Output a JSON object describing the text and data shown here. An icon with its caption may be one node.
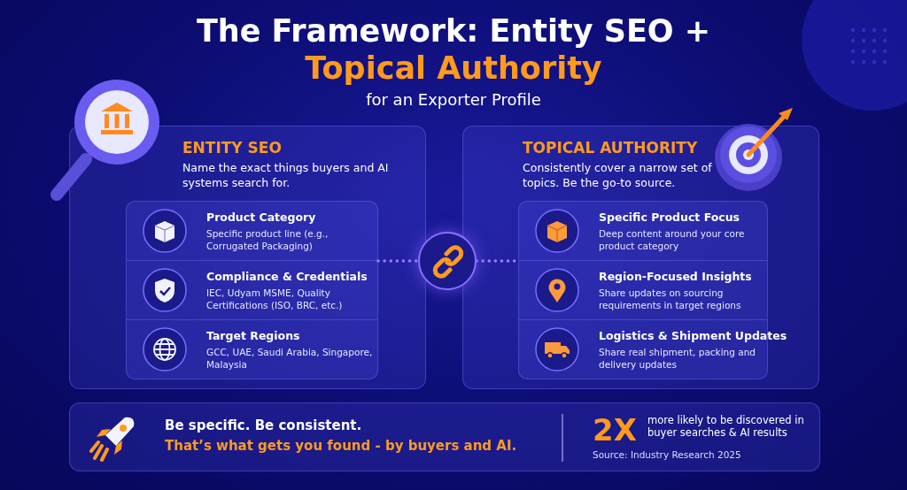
{
  "diagram": {
    "title": "The Framework: Entity SEO + **Topical Authority**",
    "nodes": [
      {
        "text": [
          "ENTITY SEO",
          "Name the exact things buyers and AI systems search for."
        ]
      },
      {
        "text": [],
        "shape": "box",
        "in": 0
      },
      {
        "text": [
          "Product Category",
          "Specific product line (e.g., Corrugated Packaging)"
        ],
        "in": 1
      },
      {
        "text": [
          "Compliance & Credentials",
          "IEC, Udyam MSME, Quality Certifications (ISO, BRC, etc.)"
        ],
        "in": 1
      },
      {
        "text": [
          "Target Regions",
          "GCC, UAE, Saudi Arabia, Singapore, Malaysia"
        ],
        "in": 1
      },
      {
        "text": [],
        "shape": "circle"
      },
      {
        "text": [
          "TOPICAL AUTHORITY",
          "Consistently cover a narrow set of topics. Be the go-to source."
        ]
      },
      {
        "text": [],
        "shape": "box",
        "in": 6
      },
      {
        "text": [
          "Specific Product Focus",
          "Deep content around your core product category"
        ],
        "in": 7
      },
      {
        "text": [
          "Region-Focused Insights",
          "Share updates on sourcing requirements in target regions"
        ],
        "in": 7
      },
      {
        "text": [
          "Logistics & Shipment Updates",
          "Share real shipment, packing and delivery updates"
        ],
        "in": 7
      },
      {
        "text": [
          "Be specific. Be consistent.",
          "That’s what gets you found - by buyers and AI.",
          "2X",
          "more likely to be discovered in buyer searches & AI results",
          "Source: Industry Research 2025"
        ]
      }
    ],
    "edges": [
      {
        "from": 1,
        "to": 5,
        "arrow": "none",
        "style": "dashed"
      },
      {
        "from": 5,
        "to": 7,
        "arrow": "none",
        "style": "dashed"
      }
    ],
    "labels": [
      "for an Exporter Profile"
    ]
  }
}
